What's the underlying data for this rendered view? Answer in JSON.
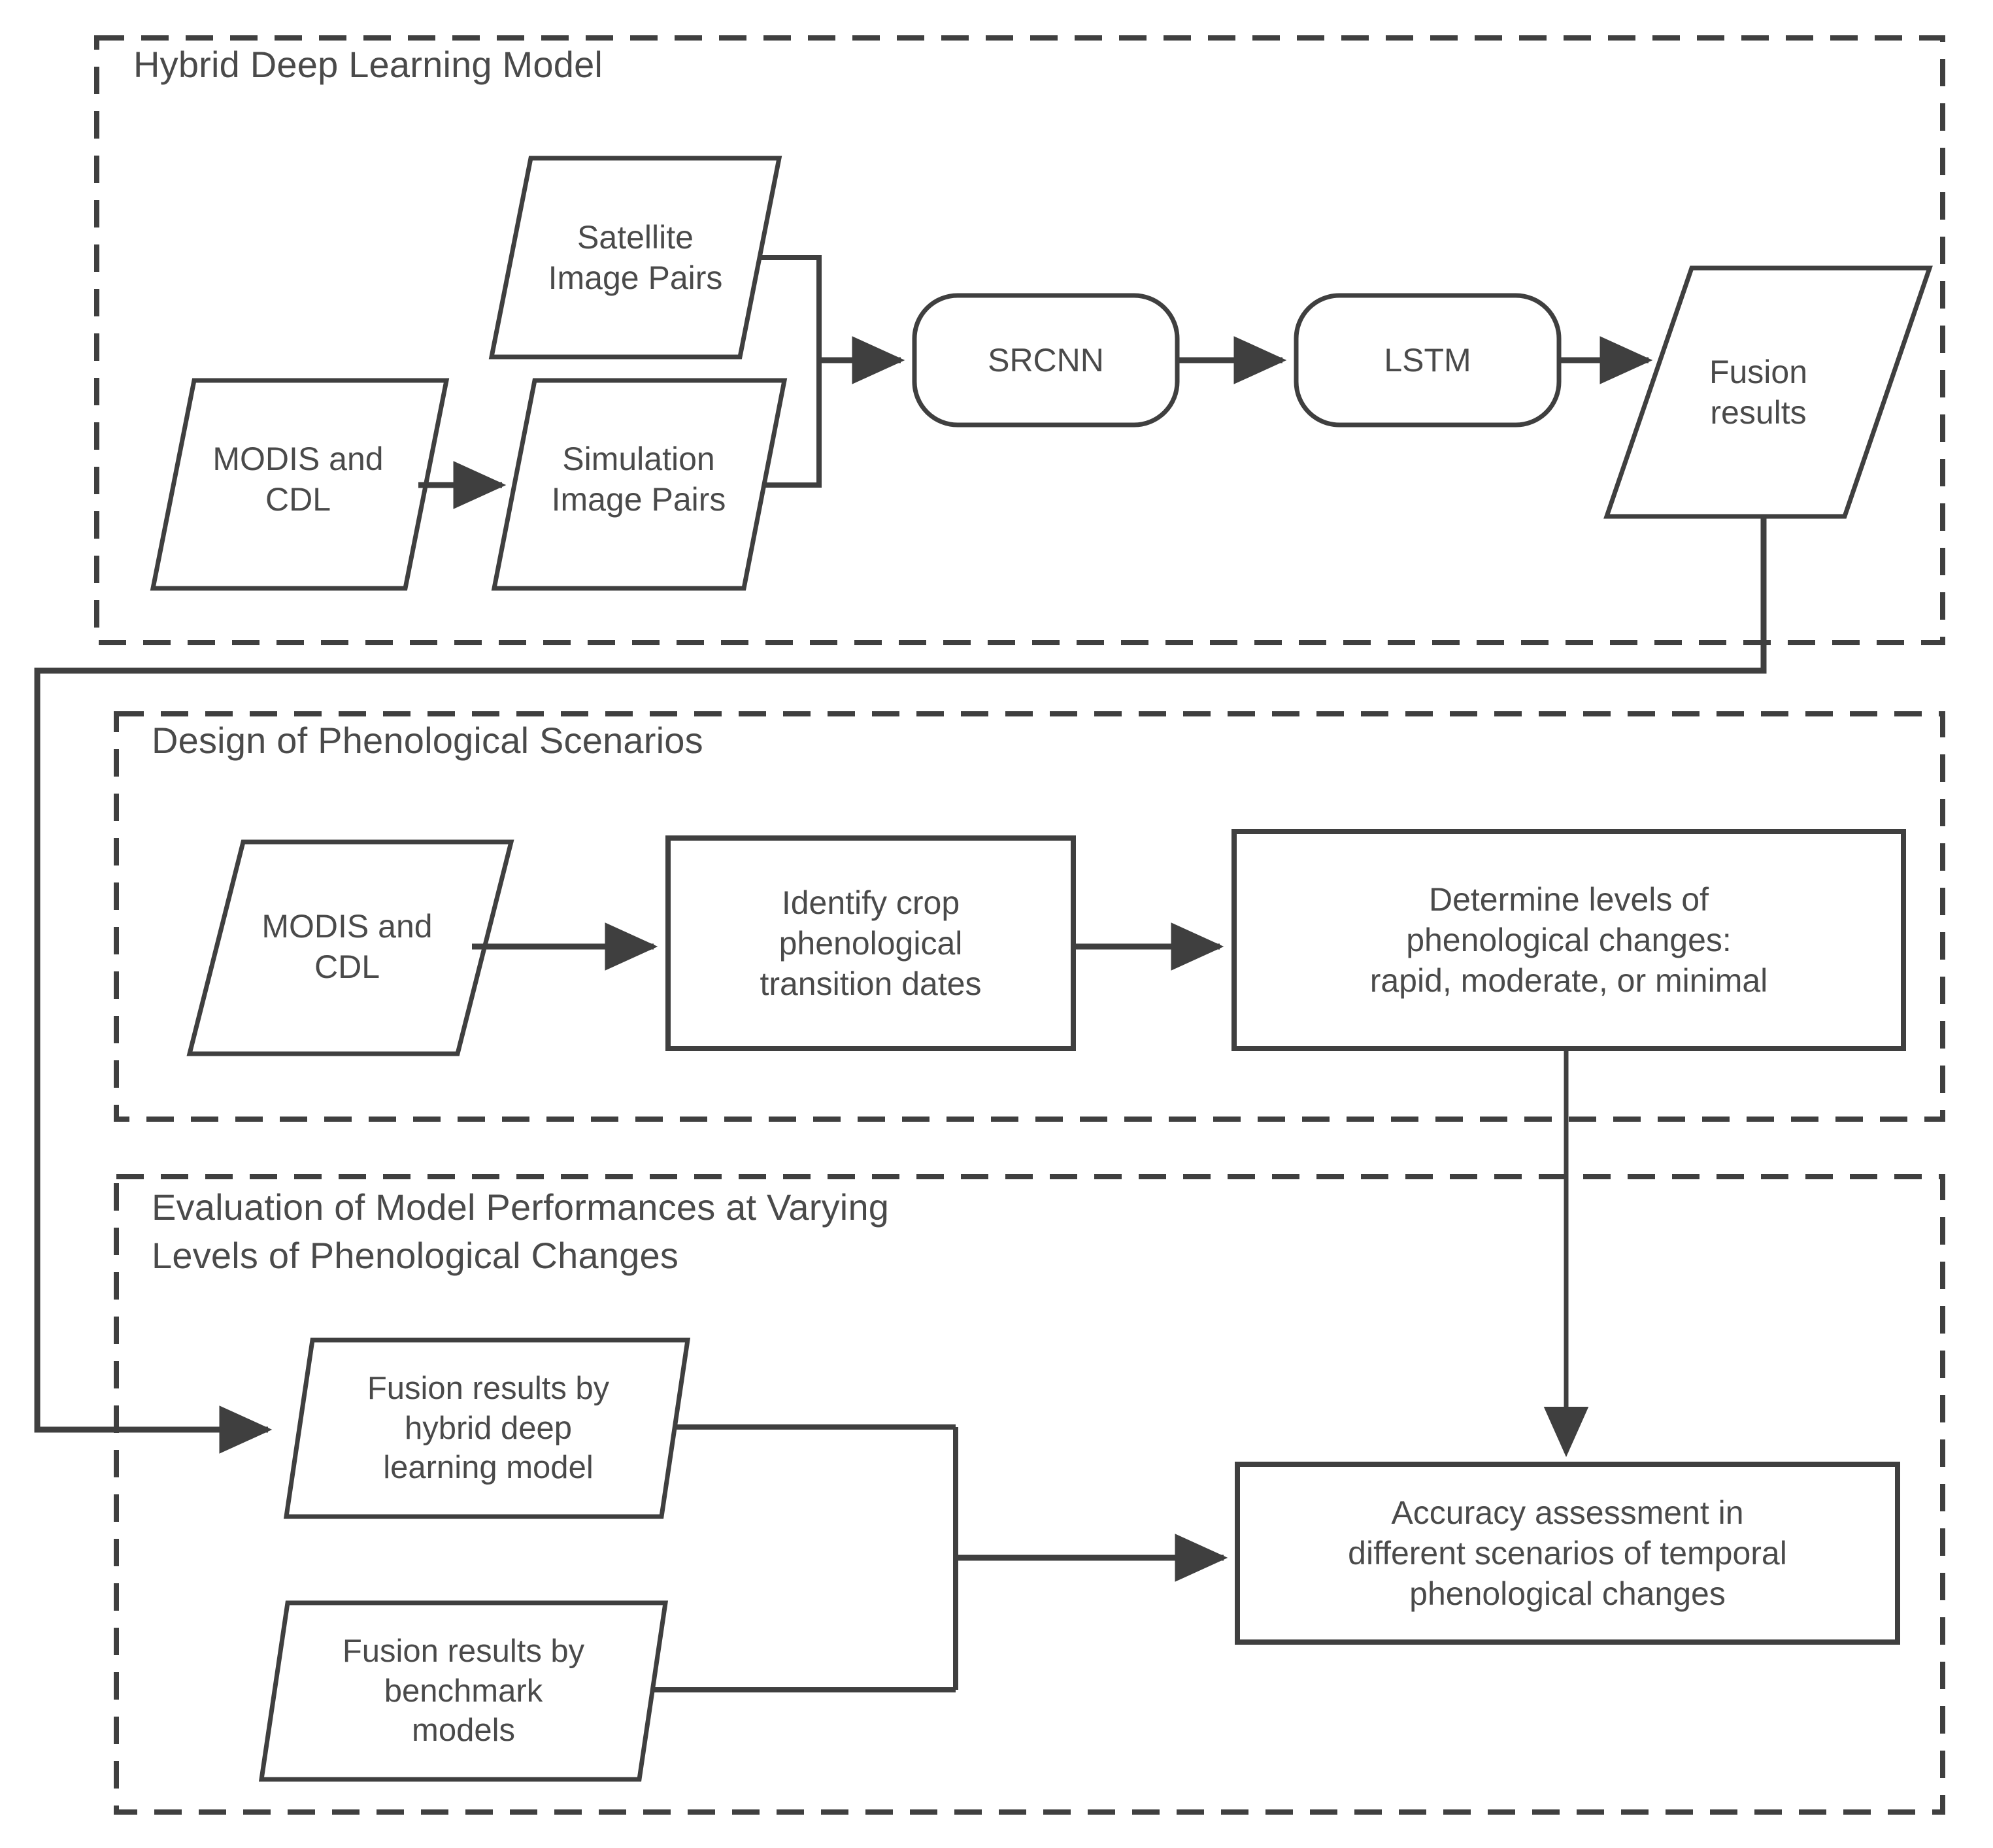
{
  "diagram": {
    "type": "flowchart",
    "background": "#ffffff",
    "stroke_color": "#3f3f3f",
    "text_color": "#4a4a4a",
    "panels": [
      {
        "id": "panel-hybrid-deep-learning-model",
        "title": "Hybrid Deep Learning Model",
        "border_style": "dashed",
        "nodes": [
          {
            "id": "satellite-image-pairs",
            "label": "Satellite\nImage Pairs",
            "shape": "parallelogram"
          },
          {
            "id": "modis-and-cdl-top",
            "label": "MODIS and\nCDL",
            "shape": "parallelogram"
          },
          {
            "id": "simulation-image-pairs",
            "label": "Simulation\nImage Pairs",
            "shape": "parallelogram"
          },
          {
            "id": "srcnn",
            "label": "SRCNN",
            "shape": "rounded-rectangle"
          },
          {
            "id": "lstm",
            "label": "LSTM",
            "shape": "rounded-rectangle"
          },
          {
            "id": "fusion-results",
            "label": "Fusion\nresults",
            "shape": "parallelogram"
          }
        ]
      },
      {
        "id": "panel-design-of-phenological-scenarios",
        "title": "Design of Phenological Scenarios",
        "border_style": "dashed",
        "nodes": [
          {
            "id": "modis-and-cdl-mid",
            "label": "MODIS and\nCDL",
            "shape": "parallelogram"
          },
          {
            "id": "identify-crop-phenological-transition-dates",
            "label": "Identify crop\nphenological\ntransition dates",
            "shape": "rectangle"
          },
          {
            "id": "determine-levels-of-phenological-changes",
            "label": "Determine levels of\nphenological changes:\nrapid, moderate, or minimal",
            "shape": "rectangle"
          }
        ]
      },
      {
        "id": "panel-evaluation-of-model-performances",
        "title": "Evaluation of Model Performances at Varying\nLevels of Phenological Changes",
        "border_style": "dashed",
        "nodes": [
          {
            "id": "fusion-results-hybrid",
            "label": "Fusion results by\nhybrid deep\nlearning model",
            "shape": "parallelogram"
          },
          {
            "id": "fusion-results-benchmark",
            "label": "Fusion results by\nbenchmark\nmodels",
            "shape": "parallelogram"
          },
          {
            "id": "accuracy-assessment",
            "label": "Accuracy assessment in\ndifferent scenarios of temporal\nphenological changes",
            "shape": "rectangle"
          }
        ]
      }
    ],
    "connectors": [
      {
        "from": "modis-and-cdl-top",
        "to": "simulation-image-pairs",
        "arrow": true
      },
      {
        "from": "satellite-image-pairs",
        "to": "srcnn",
        "arrow": true
      },
      {
        "from": "simulation-image-pairs",
        "to": "srcnn",
        "arrow": true
      },
      {
        "from": "srcnn",
        "to": "lstm",
        "arrow": true
      },
      {
        "from": "lstm",
        "to": "fusion-results",
        "arrow": true
      },
      {
        "from": "fusion-results",
        "to": "fusion-results-hybrid",
        "arrow": true
      },
      {
        "from": "modis-and-cdl-mid",
        "to": "identify-crop-phenological-transition-dates",
        "arrow": true
      },
      {
        "from": "identify-crop-phenological-transition-dates",
        "to": "determine-levels-of-phenological-changes",
        "arrow": true
      },
      {
        "from": "determine-levels-of-phenological-changes",
        "to": "accuracy-assessment",
        "arrow": true
      },
      {
        "from": "fusion-results-hybrid",
        "to": "accuracy-assessment",
        "arrow": true
      },
      {
        "from": "fusion-results-benchmark",
        "to": "accuracy-assessment",
        "arrow": true
      }
    ]
  }
}
